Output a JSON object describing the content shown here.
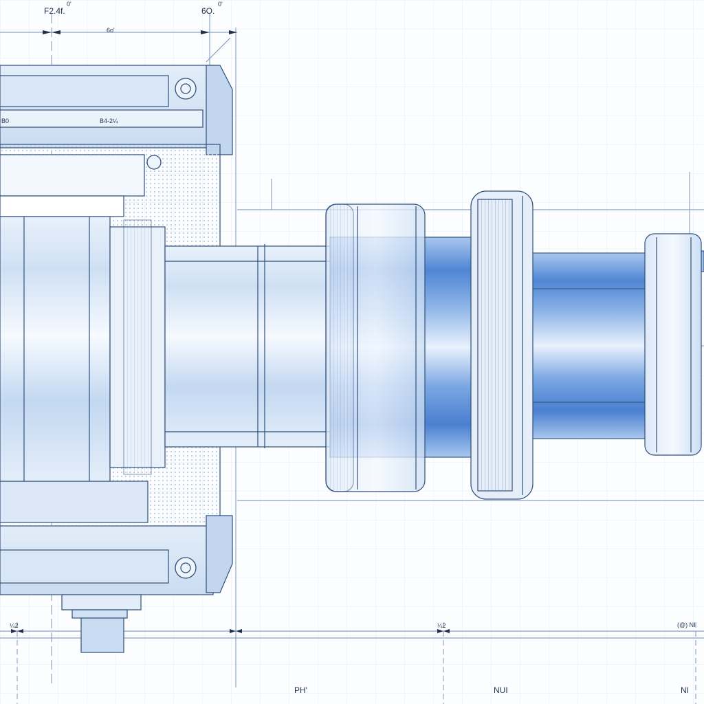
{
  "labels": {
    "top_left": "F2.4f.",
    "top_left_sup": "0'",
    "top_center": "6O.",
    "top_center_sup": "0'",
    "top_dim": "6o'",
    "housing_left": "B0",
    "housing_mid": "B4-2¼",
    "bottom_dim_1": "¼2",
    "bottom_dim_2": "¼2",
    "bottom_right_marker": "(@) NI",
    "bottom_1": "PH'",
    "bottom_2": "NUI",
    "bottom_3": "NI"
  },
  "colors": {
    "line": "#2f4f7a",
    "light_blue": "#dbe8f7",
    "mid_blue": "#9ec0ea",
    "deep_blue": "#5b8fd6",
    "grid": "#e3ecf7"
  }
}
